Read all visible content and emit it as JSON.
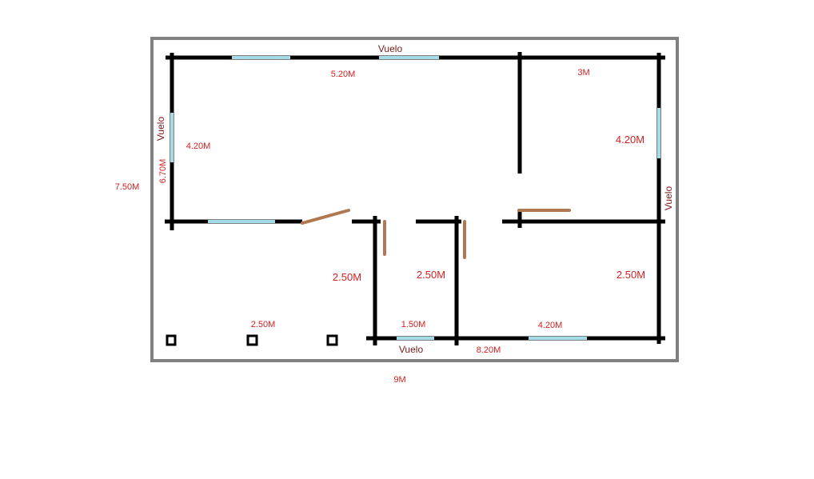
{
  "colors": {
    "frame": "#808080",
    "wall": "#000000",
    "window": "#a3dbe6",
    "door": "#b07850",
    "dimension": "#d42020",
    "vuelo": "#7a1a1a",
    "background": "#ffffff"
  },
  "labels": {
    "vuelo_top": "Vuelo",
    "vuelo_left": "Vuelo",
    "vuelo_right": "Vuelo",
    "vuelo_bottom": "Vuelo",
    "dim_top_left": "5.20M",
    "dim_top_right": "3M",
    "dim_left_window": "4.20M",
    "dim_left_height": "6.70M",
    "dim_overall_height": "7.50M",
    "dim_right_window": "4.20M",
    "dim_mid_left": "2.50M",
    "dim_mid_center": "2.50M",
    "dim_mid_right": "2.50M",
    "dim_porch": "2.50M",
    "dim_bottom_window_small": "1.50M",
    "dim_bottom_window_right": "4.20M",
    "dim_bottom_length": "8.20M",
    "dim_overall_width": "9M"
  }
}
